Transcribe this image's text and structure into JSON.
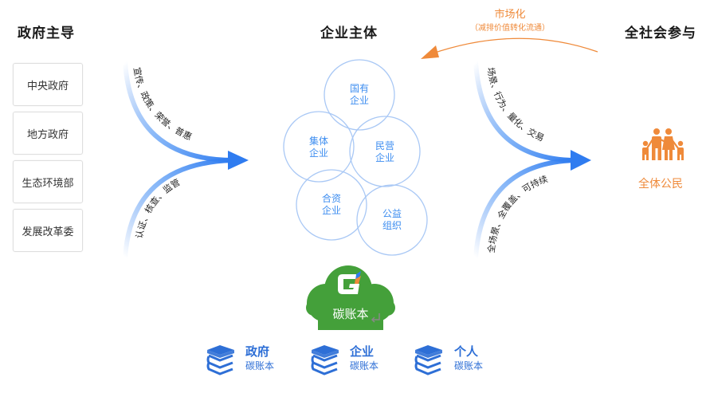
{
  "columns": {
    "government": {
      "heading": "政府主导"
    },
    "enterprise": {
      "heading": "企业主体"
    },
    "society": {
      "heading": "全社会参与"
    }
  },
  "government_bodies": [
    {
      "label": "中央政府"
    },
    {
      "label": "地方政府"
    },
    {
      "label": "生态环境部"
    },
    {
      "label": "发展改革委"
    }
  ],
  "left_arrows": {
    "upper_label": "宣传、政策、荣誉、普惠",
    "lower_label": "认证、核查、监管"
  },
  "enterprise_types": [
    {
      "line1": "国有",
      "line2": "企业"
    },
    {
      "line1": "集体",
      "line2": "企业"
    },
    {
      "line1": "民营",
      "line2": "企业"
    },
    {
      "line1": "合资",
      "line2": "企业"
    },
    {
      "line1": "公益",
      "line2": "组织"
    }
  ],
  "right_arrows": {
    "upper_label": "场景、行为、量化、交易",
    "lower_label": "全场景、全覆盖、可持续"
  },
  "market": {
    "title": "市场化",
    "subtitle": "（减排价值转化流通）"
  },
  "citizens": {
    "icon": "family-icon",
    "label": "全体公民"
  },
  "carbon_ledger": {
    "logo": "g-leaf-logo",
    "label": "碳账本"
  },
  "ledgers": [
    {
      "title": "政府",
      "subtitle": "碳账本",
      "icon": "books-icon"
    },
    {
      "title": "企业",
      "subtitle": "碳账本",
      "icon": "books-icon"
    },
    {
      "title": "个人",
      "subtitle": "碳账本",
      "icon": "books-icon"
    }
  ],
  "colors": {
    "arrow_blue": "#2f7cf0",
    "circle_blue": "#a9c8f5",
    "circle_text": "#3e8ef0",
    "orange": "#ef8a3a",
    "cloud_green": "#44a03a",
    "ledger_blue": "#2e6fd6"
  }
}
